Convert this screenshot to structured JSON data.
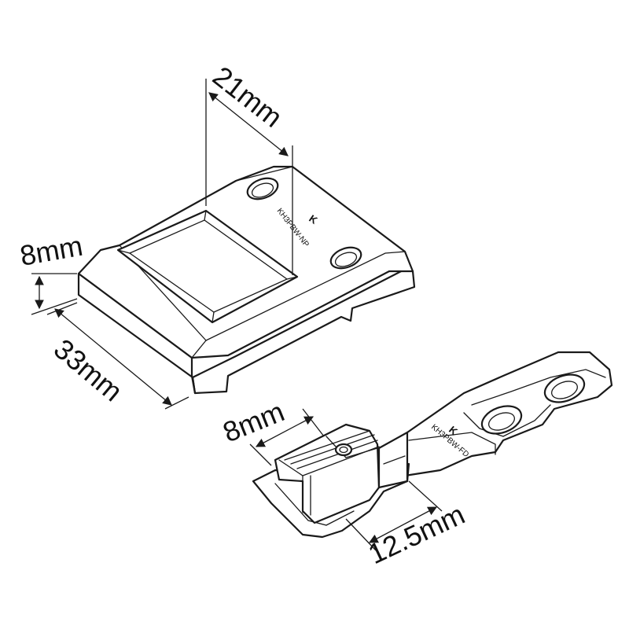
{
  "dimensions": {
    "width_top": "21mm",
    "height_top": "8mm",
    "length_top": "33mm",
    "width_bottom": "8mm",
    "length_bottom": "12.5mm"
  },
  "markings": {
    "top_part": "KH3PBW-NP",
    "bottom_part": "KH3PBW-FD",
    "logo": "K"
  },
  "colors": {
    "line": "#1a1a1a",
    "background": "#ffffff"
  }
}
